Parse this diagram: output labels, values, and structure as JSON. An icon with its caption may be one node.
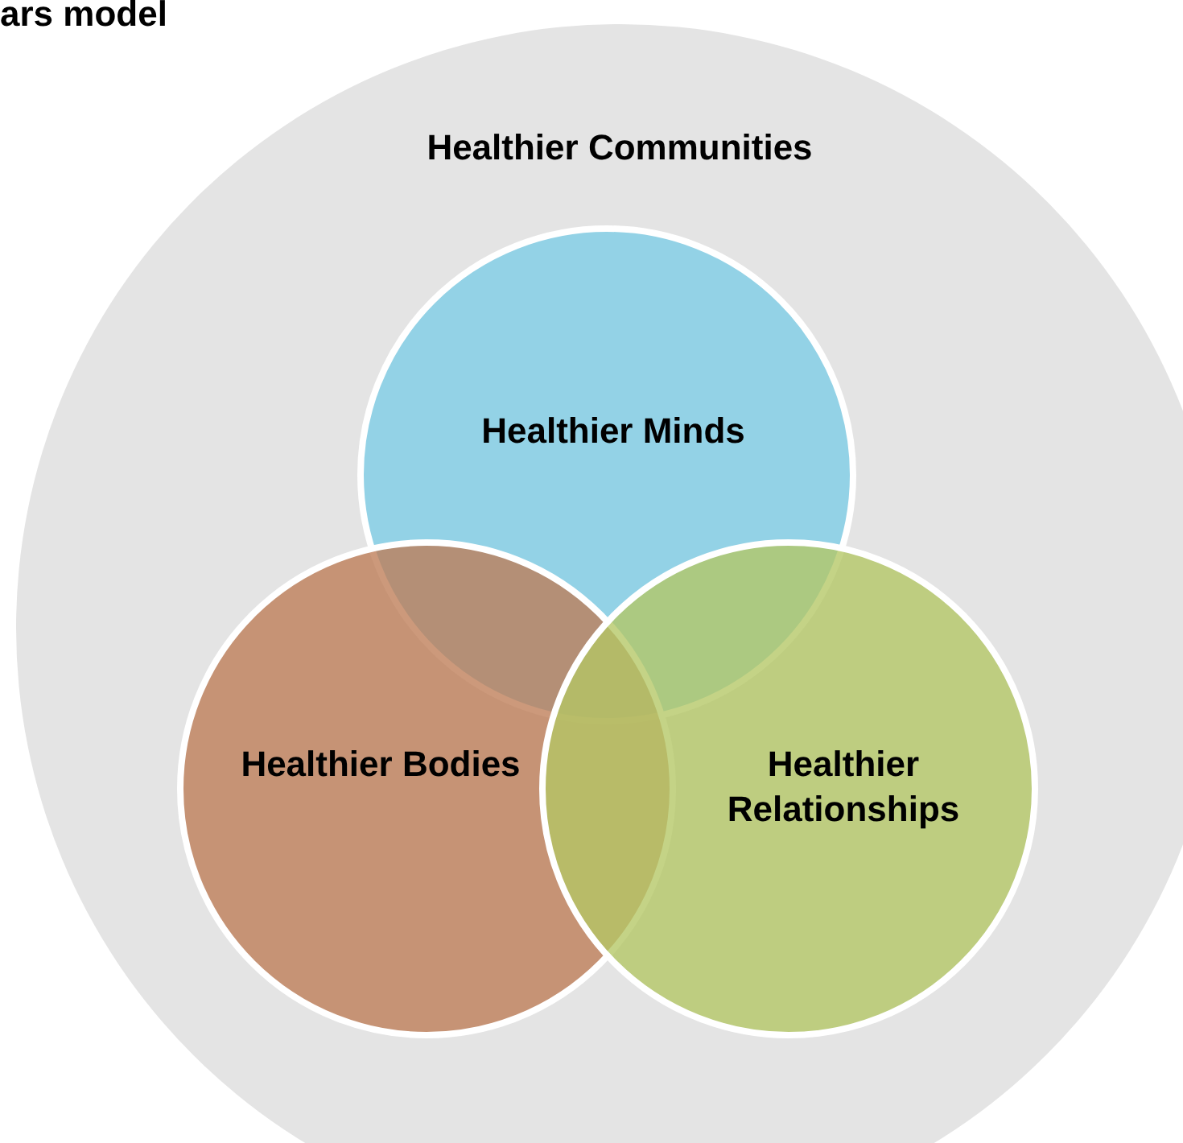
{
  "diagram": {
    "title": "ars model",
    "nodes": [
      {
        "text": [
          "Healthier Communities"
        ]
      },
      {
        "text": [
          "Healthier Minds"
        ],
        "in": 0
      },
      {
        "text": [
          "Healthier Bodies"
        ],
        "in": 0
      },
      {
        "text": [
          "Healthier Relationships"
        ],
        "in": 0
      }
    ],
    "edges": []
  }
}
